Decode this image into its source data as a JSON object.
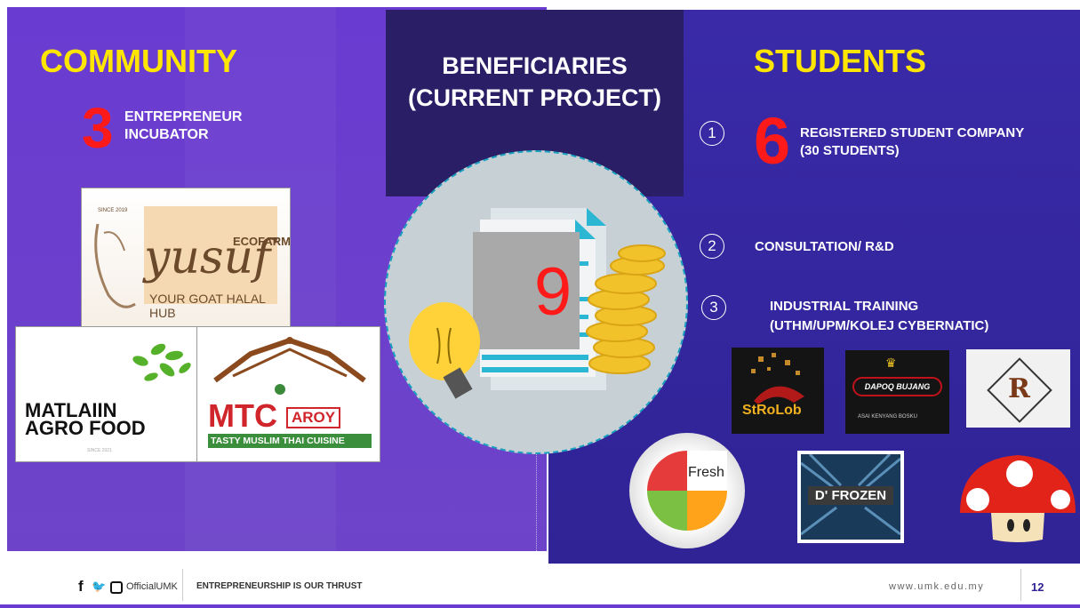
{
  "community": {
    "heading": "COMMUNITY",
    "count": "3",
    "label_line1": "ENTREPRENEUR",
    "label_line2": "INCUBATOR",
    "logos": {
      "yusuf": {
        "script": "yusuf",
        "tag": "ECOFARM",
        "sub": "YOUR GOAT HALAL HUB",
        "year": "SINCE 2019"
      },
      "matlaiin": {
        "line1": "MATLAIIN",
        "line2": "AGRO FOOD",
        "since": "SINCE 2021"
      },
      "mtc": {
        "brand": "MTC",
        "brand2": "AROY",
        "tagline": "TASTY MUSLIM THAI CUISINE"
      }
    }
  },
  "beneficiaries": {
    "line1": "BENEFICIARIES",
    "line2": "(CURRENT PROJECT)",
    "count": "9"
  },
  "students": {
    "heading": "STUDENTS",
    "items": [
      {
        "num": "1",
        "big": "6",
        "line1": "REGISTERED STUDENT COMPANY",
        "line2": "(30 STUDENTS)"
      },
      {
        "num": "2",
        "line1": "CONSULTATION/ R&D"
      },
      {
        "num": "3",
        "line1": "INDUSTRIAL TRAINING",
        "line2": "(UTHM/UPM/KOLEJ  CYBERNATIC)"
      }
    ],
    "logos": {
      "strolob": "StRoLob",
      "dapoq": "DAPOQ BUJANG",
      "dapoq_sub": "ASAI KENYANG BOSKU",
      "r": "R",
      "fresh": "Fresh",
      "frozen": "D' FROZEN"
    }
  },
  "footer": {
    "handle": "OfficialUMK",
    "thrust": "ENTREPRENEURSHIP IS OUR THRUST",
    "website": "www.umk.edu.my",
    "page": "12"
  },
  "colors": {
    "accent_yellow": "#ffe600",
    "accent_red": "#ff1a1a",
    "purple": "#6a3bd1",
    "navy": "#2a1e66"
  }
}
